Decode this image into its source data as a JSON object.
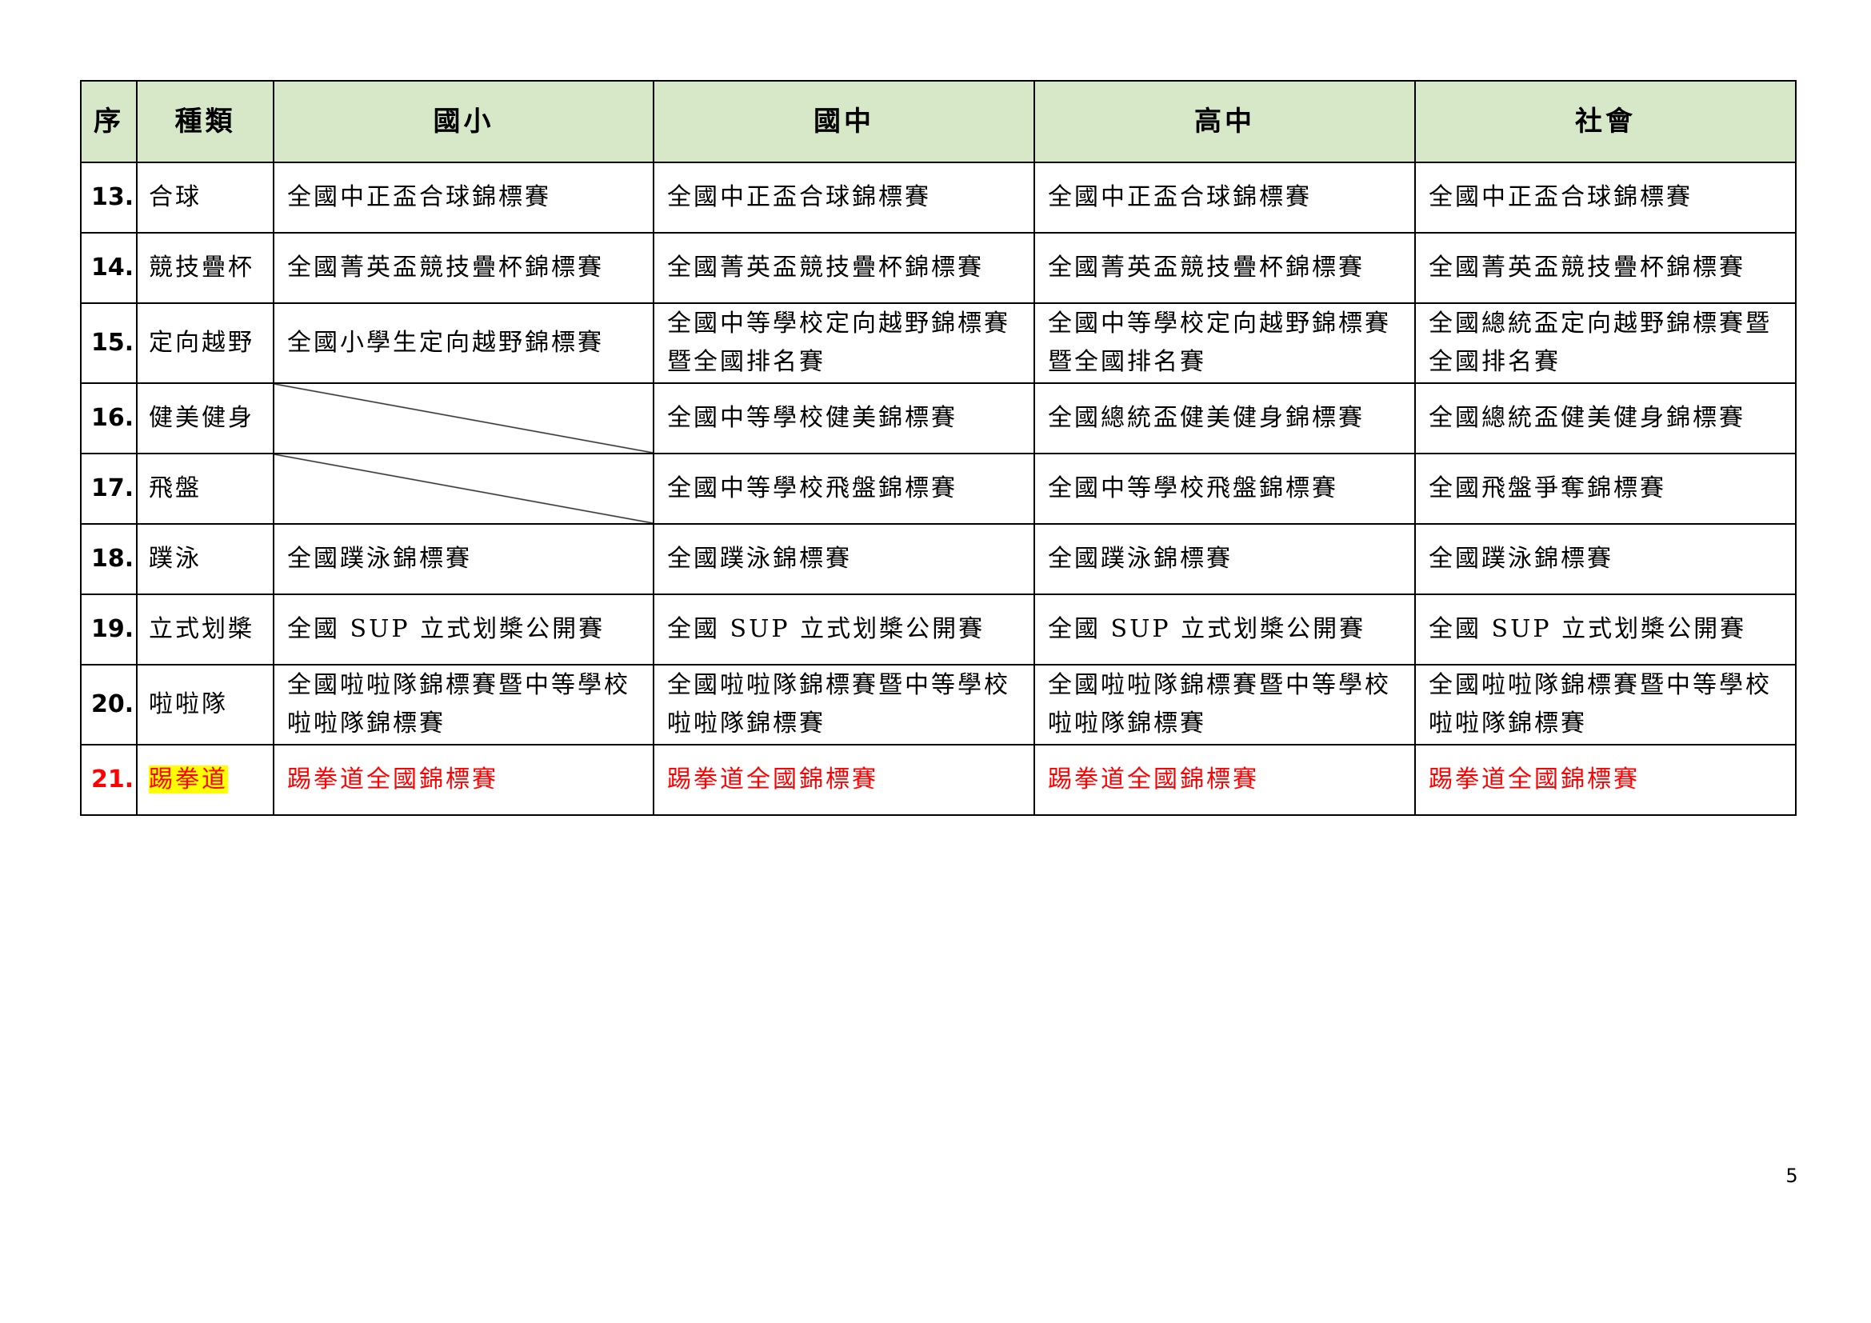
{
  "table": {
    "headers": [
      "序",
      "種類",
      "國小",
      "國中",
      "高中",
      "社會"
    ],
    "rows": [
      {
        "no": "13.",
        "category": "合球",
        "elementary": "全國中正盃合球錦標賽",
        "junior": "全國中正盃合球錦標賽",
        "senior": "全國中正盃合球錦標賽",
        "society": "全國中正盃合球錦標賽"
      },
      {
        "no": "14.",
        "category": "競技疊杯",
        "elementary": "全國菁英盃競技疊杯錦標賽",
        "junior": "全國菁英盃競技疊杯錦標賽",
        "senior": "全國菁英盃競技疊杯錦標賽",
        "society": "全國菁英盃競技疊杯錦標賽"
      },
      {
        "no": "15.",
        "category": "定向越野",
        "elementary": "全國小學生定向越野錦標賽",
        "junior": "全國中等學校定向越野錦標賽暨全國排名賽",
        "senior": "全國中等學校定向越野錦標賽暨全國排名賽",
        "society": "全國總統盃定向越野錦標賽暨全國排名賽"
      },
      {
        "no": "16.",
        "category": "健美健身",
        "elementary": "",
        "junior": "全國中等學校健美錦標賽",
        "senior": "全國總統盃健美健身錦標賽",
        "society": "全國總統盃健美健身錦標賽"
      },
      {
        "no": "17.",
        "category": "飛盤",
        "elementary": "",
        "junior": "全國中等學校飛盤錦標賽",
        "senior": "全國中等學校飛盤錦標賽",
        "society": "全國飛盤爭奪錦標賽"
      },
      {
        "no": "18.",
        "category": "蹼泳",
        "elementary": "全國蹼泳錦標賽",
        "junior": "全國蹼泳錦標賽",
        "senior": "全國蹼泳錦標賽",
        "society": "全國蹼泳錦標賽"
      },
      {
        "no": "19.",
        "category": "立式划槳",
        "elementary": "全國 SUP 立式划槳公開賽",
        "junior": "全國 SUP 立式划槳公開賽",
        "senior": "全國 SUP 立式划槳公開賽",
        "society": "全國 SUP 立式划槳公開賽"
      },
      {
        "no": "20.",
        "category": "啦啦隊",
        "elementary": "全國啦啦隊錦標賽暨中等學校啦啦隊錦標賽",
        "junior": "全國啦啦隊錦標賽暨中等學校啦啦隊錦標賽",
        "senior": "全國啦啦隊錦標賽暨中等學校啦啦隊錦標賽",
        "society": "全國啦啦隊錦標賽暨中等學校啦啦隊錦標賽"
      },
      {
        "no": "21.",
        "category": "踢拳道",
        "elementary": "踢拳道全國錦標賽",
        "junior": "踢拳道全國錦標賽",
        "senior": "踢拳道全國錦標賽",
        "society": "踢拳道全國錦標賽"
      }
    ]
  },
  "colors": {
    "header_background": "#d6e8c8",
    "highlight_text": "#ff0000",
    "highlight_marker": "#ffff00"
  },
  "page_number": "5"
}
